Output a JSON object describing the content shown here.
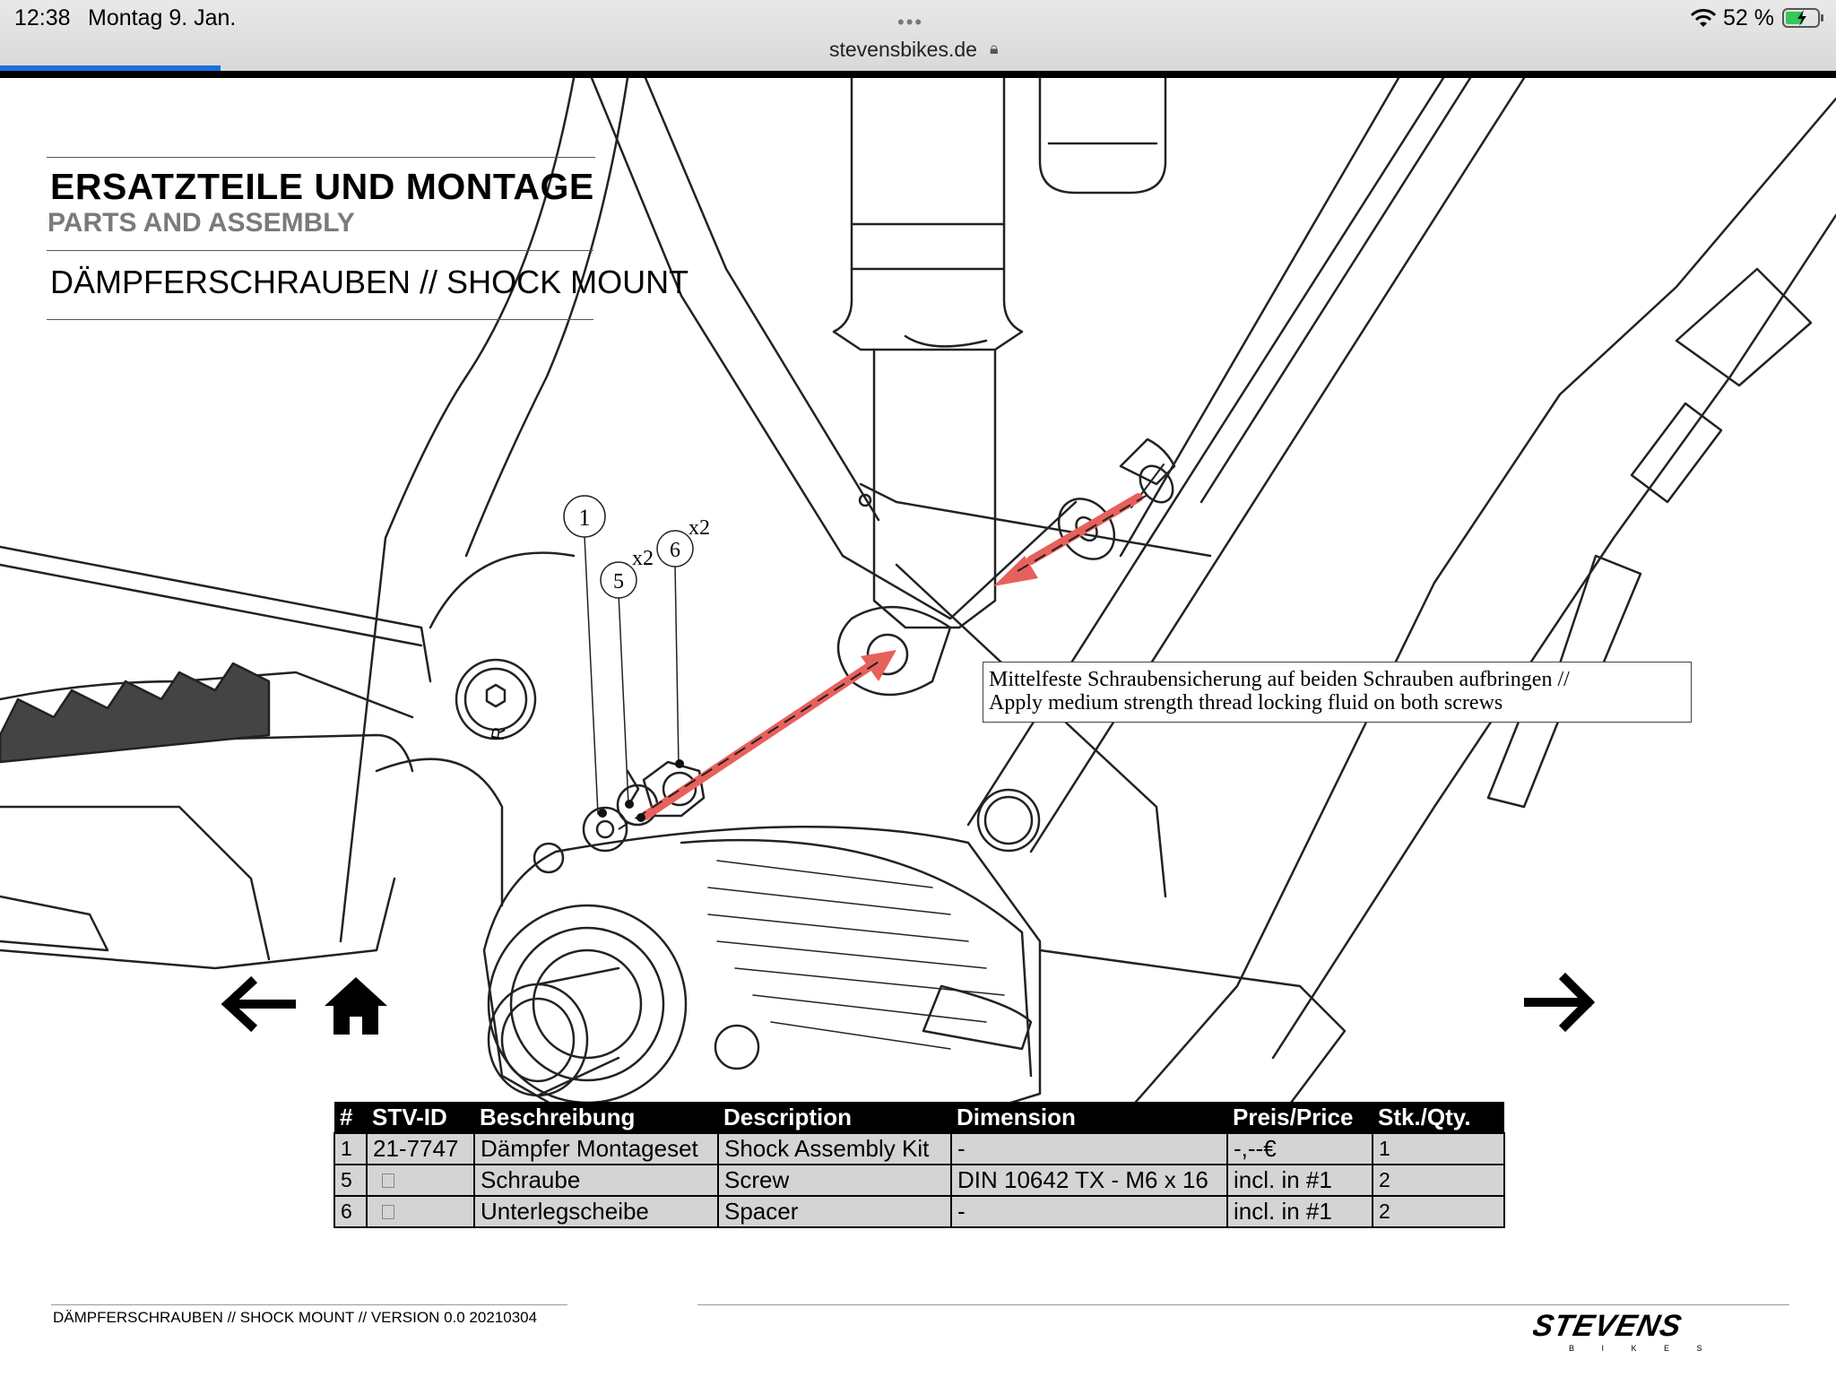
{
  "statusbar": {
    "time": "12:38",
    "date": "Montag 9. Jan.",
    "dots": "•••",
    "url": "stevensbikes.de",
    "battery_percent": "52 %",
    "progress": 0.12
  },
  "document": {
    "title_de": "ERSATZTEILE UND MONTAGE",
    "title_en": "PARTS AND ASSEMBLY",
    "subtitle": "DÄMPFERSCHRAUBEN // SHOCK MOUNT",
    "callouts": [
      {
        "num": "1",
        "mult": ""
      },
      {
        "num": "5",
        "mult": "x2"
      },
      {
        "num": "6",
        "mult": "x2"
      }
    ],
    "frame_marking": "R",
    "note_line1": "Mittelfeste Schraubensicherung auf beiden Schrauben aufbringen //",
    "note_line2": "Apply medium strength thread locking fluid on both screws",
    "footer": "DÄMPFERSCHRAUBEN // SHOCK MOUNT // VERSION 0.0 20210304",
    "brand": "STEVENS",
    "brand_sub": "B I K E S"
  },
  "nav": {
    "back_icon": "arrow-left-icon",
    "home_icon": "home-icon",
    "next_icon": "arrow-right-icon"
  },
  "table": {
    "headers": [
      "#",
      "STV-ID",
      "Beschreibung",
      "Description",
      "Dimension",
      "Preis/Price",
      "Stk./Qty."
    ],
    "rows": [
      [
        "1",
        "21-7747",
        "Dämpfer Montageset",
        "Shock Assembly Kit",
        "-",
        "-,--€",
        "1"
      ],
      [
        "5",
        "",
        "Schraube",
        "Screw",
        "DIN 10642 TX - M6 x 16",
        "incl. in #1",
        "2"
      ],
      [
        "6",
        "",
        "Unterlegscheibe",
        "Spacer",
        "-",
        "incl. in #1",
        "2"
      ]
    ]
  },
  "colors": {
    "accent_blue": "#1e6fd9",
    "arrow_red": "#e8605c",
    "table_cell": "#d4d4d4"
  }
}
